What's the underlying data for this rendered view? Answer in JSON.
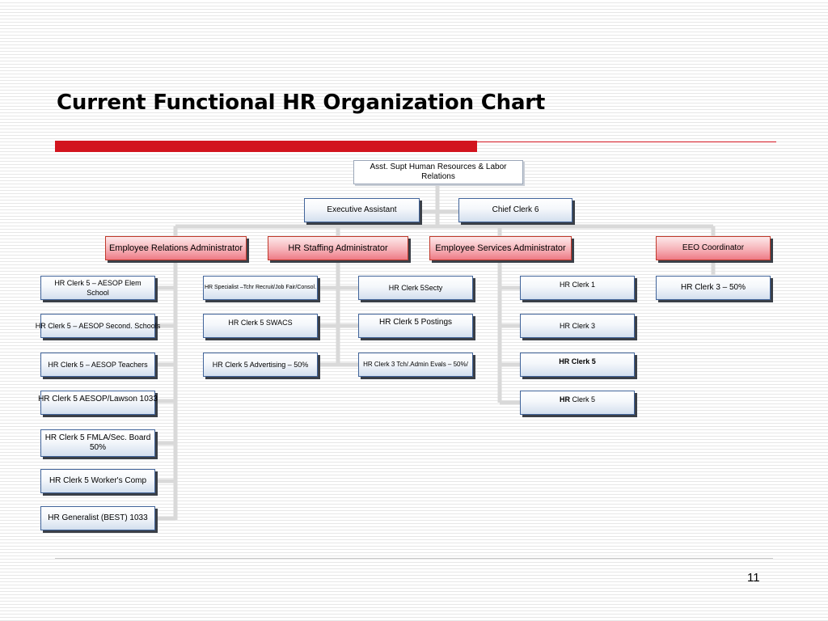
{
  "slide": {
    "title": "Current Functional HR Organization Chart",
    "page_number": "11"
  },
  "org": {
    "root": "Asst. Supt Human Resources & Labor Relations",
    "staff": {
      "executive_assistant": "Executive Assistant",
      "chief_clerk": "Chief Clerk 6"
    },
    "departments": {
      "employee_relations": {
        "label": "Employee Relations Administrator",
        "reports": [
          "HR Clerk 5 – AESOP Elem School",
          "HR Clerk 5 – AESOP Second. Schools",
          "HR Clerk 5 – AESOP Teachers",
          "HR Clerk 5 AESOP/Lawson 1033",
          "HR Clerk 5 FMLA/Sec. Board 50%",
          "HR Clerk 5 Worker's Comp",
          "HR Generalist (BEST) 1033"
        ]
      },
      "hr_staffing": {
        "label": "HR Staffing Administrator",
        "reports_left": [
          "HR Specialist –Tchr Recruit/Job Fair/Consol.",
          "HR Clerk 5 SWACS",
          "HR Clerk 5 Advertising – 50%"
        ],
        "reports_right": [
          "HR Clerk 5Secty",
          "HR Clerk 5 Postings",
          "HR Clerk 3 Tch/.Admin Evals – 50%/"
        ]
      },
      "employee_services": {
        "label": "Employee Services Administrator",
        "reports": [
          "HR Clerk 1",
          "HR Clerk 3",
          "HR Clerk 5"
        ],
        "last_report": {
          "bold_part": "HR",
          "rest": "Clerk 5"
        }
      },
      "eeo": {
        "label": "EEO Coordinator",
        "reports": [
          "HR Clerk 3 – 50%"
        ]
      }
    }
  },
  "colors": {
    "title_rule": "#d2141e",
    "box_border": "#41649a",
    "dept_fill": "#f6b2b8",
    "connector": "#d9d9d9"
  }
}
